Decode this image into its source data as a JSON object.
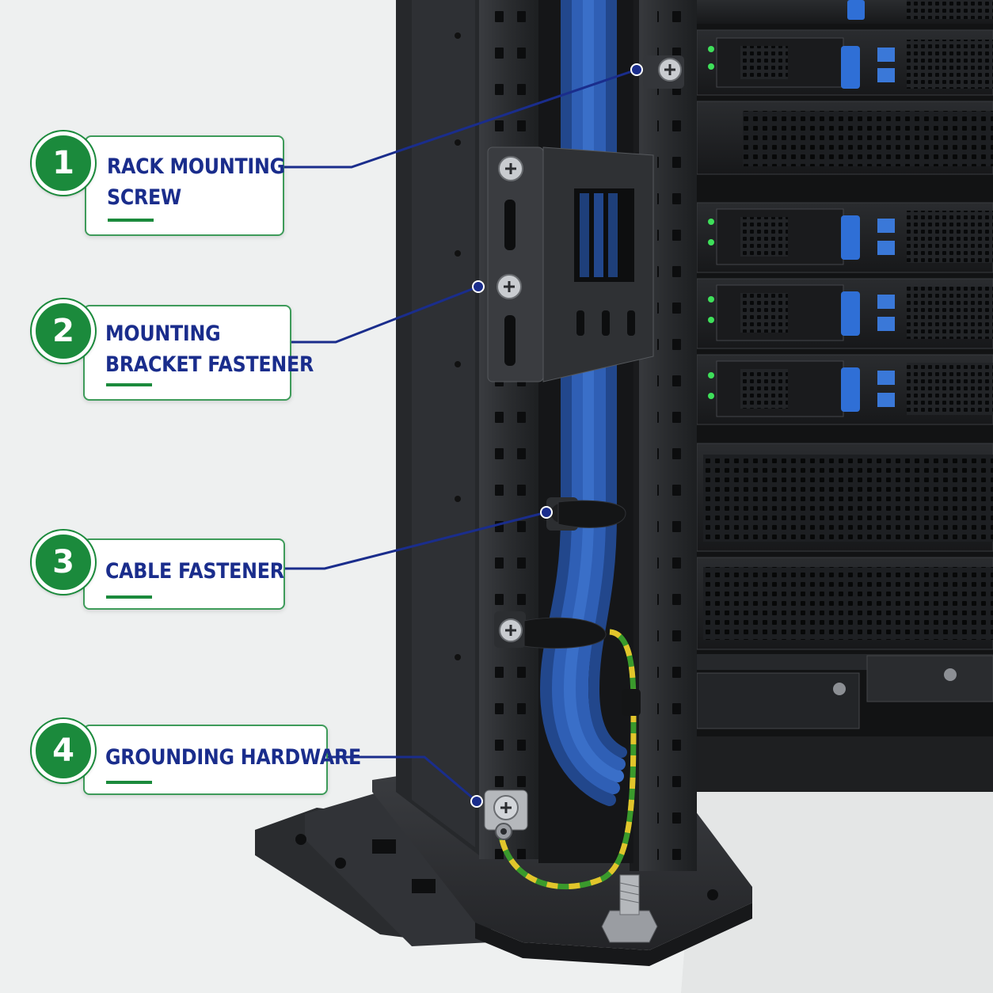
{
  "callouts": [
    {
      "number": "1",
      "line1": "RACK MOUNTING",
      "line2": "SCREW"
    },
    {
      "number": "2",
      "line1": "MOUNTING",
      "line2": "BRACKET FASTENER"
    },
    {
      "number": "3",
      "line1": "CABLE FASTENER",
      "line2": ""
    },
    {
      "number": "4",
      "line1": "GROUNDING HARDWARE",
      "line2": ""
    }
  ],
  "colors": {
    "background": "#eef0f0",
    "badge_green": "#1b8a3c",
    "label_text_blue": "#1a2d8c",
    "leader_line_blue": "#1a2d8c",
    "rack_steel": "#2c2e31",
    "server_panel": "#1c1e20",
    "cable_blue": "#2f5fb5",
    "drive_tray_blue": "#2f6fd6",
    "led_green": "#3ee05a",
    "ground_wire_green": "#3a9a2c",
    "ground_wire_yellow": "#e2c52b"
  }
}
